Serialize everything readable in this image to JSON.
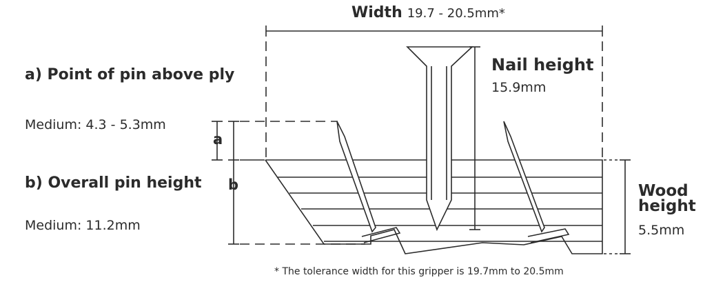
{
  "width": {
    "label": "Width",
    "range": "19.7 - 20.5mm*"
  },
  "point_of_pin": {
    "title": "a) Point of pin above ply",
    "value": "Medium: 4.3 - 5.3mm",
    "letter": "a"
  },
  "overall_pin": {
    "title": "b) Overall pin height",
    "value": "Medium: 11.2mm",
    "letter": "b"
  },
  "nail": {
    "title": "Nail height",
    "value": "15.9mm"
  },
  "wood": {
    "title_line1": "Wood",
    "title_line2": "height",
    "value": "5.5mm"
  },
  "footnote": "* The tolerance width for this gripper is 19.7mm to 20.5mm",
  "colors": {
    "line": "#2b2b2b",
    "background": "#ffffff"
  }
}
